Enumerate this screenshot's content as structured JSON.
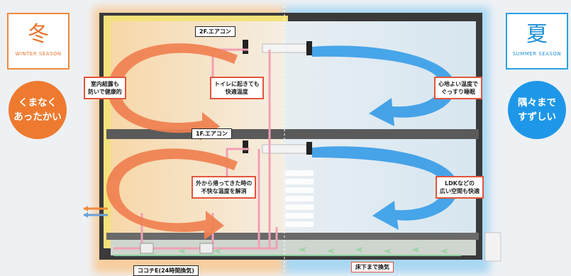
{
  "winter": {
    "kanji": "冬",
    "season_en": "WINTER SEASON",
    "slogan_line1": "くまなく",
    "slogan_line2": "あったかい",
    "color": "#ee7a30"
  },
  "summer": {
    "kanji": "夏",
    "season_en": "SUMMER SEASON",
    "slogan_line1": "隅々まで",
    "slogan_line2": "すずしい",
    "color": "#1e97e8"
  },
  "labels": {
    "ac_2f": "2F.エアコン",
    "ac_1f": "1F.エアコン",
    "ventilation": "ココチE(24時間換気)",
    "underfloor": "床下まで換気"
  },
  "callouts": {
    "winter_2f_left": [
      "室内結露も",
      "防いで健康的"
    ],
    "winter_2f_right": [
      "トイレに起きても",
      "快適温度"
    ],
    "winter_1f": [
      "外から帰ってきた時の",
      "不快な温度を解消"
    ],
    "summer_2f": [
      "心地よい温度で",
      "ぐっすり睡眠"
    ],
    "summer_1f": [
      "LDKなどの",
      "広い空間も快適"
    ]
  }
}
